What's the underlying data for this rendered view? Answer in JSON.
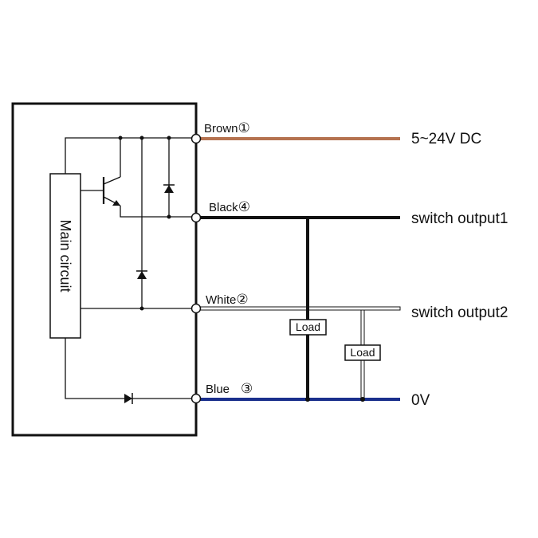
{
  "wires": [
    {
      "id": "brown",
      "label": "Brown",
      "pin": "①",
      "color": "#b5724f",
      "output": "5~24V DC"
    },
    {
      "id": "black",
      "label": "Black",
      "pin": "④",
      "color": "#111111",
      "output": "switch output1"
    },
    {
      "id": "white",
      "label": "White",
      "pin": "②",
      "color": "#ffffff",
      "output": "switch output2"
    },
    {
      "id": "blue",
      "label": "Blue",
      "pin": "③",
      "color": "#1a2f8c",
      "output": "0V"
    }
  ],
  "main_circuit": {
    "label": "Main circuit"
  },
  "loads": [
    {
      "id": "load1",
      "label": "Load"
    },
    {
      "id": "load2",
      "label": "Load"
    }
  ],
  "icons": [
    "diode-icon",
    "transistor-icon",
    "terminal-icon"
  ]
}
